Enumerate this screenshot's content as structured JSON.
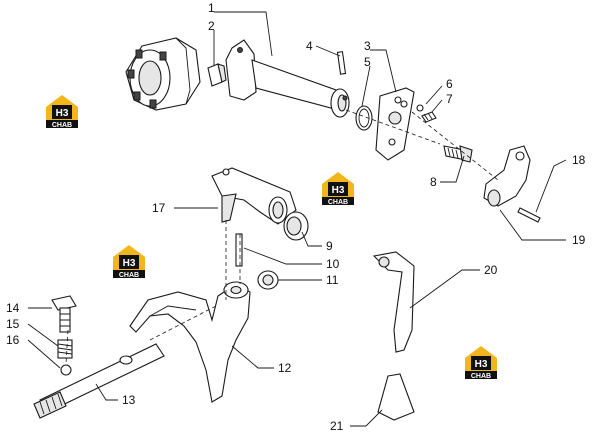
{
  "callouts": [
    {
      "id": "1",
      "label": "1"
    },
    {
      "id": "2",
      "label": "2"
    },
    {
      "id": "3",
      "label": "3"
    },
    {
      "id": "4",
      "label": "4"
    },
    {
      "id": "5",
      "label": "5"
    },
    {
      "id": "6",
      "label": "6"
    },
    {
      "id": "7",
      "label": "7"
    },
    {
      "id": "8",
      "label": "8"
    },
    {
      "id": "9",
      "label": "9"
    },
    {
      "id": "10",
      "label": "10"
    },
    {
      "id": "11",
      "label": "11"
    },
    {
      "id": "12",
      "label": "12"
    },
    {
      "id": "13",
      "label": "13"
    },
    {
      "id": "14",
      "label": "14"
    },
    {
      "id": "15",
      "label": "15"
    },
    {
      "id": "16",
      "label": "16"
    },
    {
      "id": "17",
      "label": "17"
    },
    {
      "id": "18",
      "label": "18"
    },
    {
      "id": "19",
      "label": "19"
    },
    {
      "id": "20",
      "label": "20"
    },
    {
      "id": "21",
      "label": "21"
    }
  ],
  "watermark": {
    "letters": "H3",
    "subtext": "CHAB",
    "house_color": "#f2b51c",
    "box_color": "#111111"
  }
}
